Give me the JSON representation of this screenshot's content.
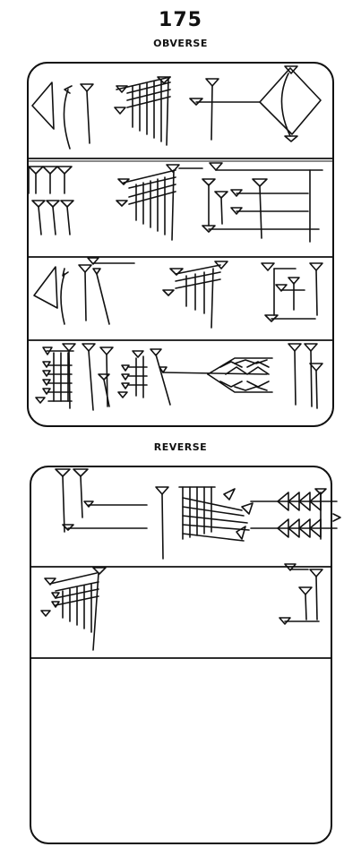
{
  "plate": {
    "number": "175",
    "obverse_label": "OBVERSE",
    "reverse_label": "REVERSE"
  },
  "colors": {
    "ink": "#111111",
    "paper": "#ffffff"
  }
}
